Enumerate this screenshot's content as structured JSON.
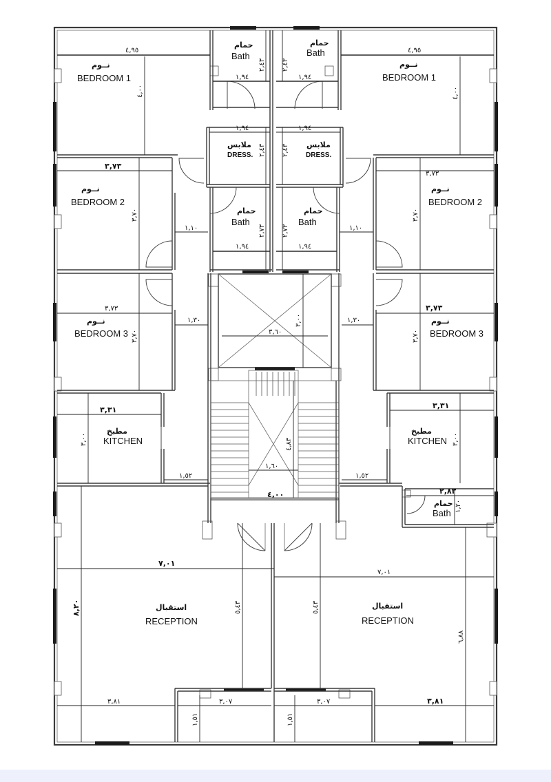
{
  "rooms": {
    "bedroom1_l": {
      "en": "BEDROOM 1",
      "ar": "نــوم"
    },
    "bedroom1_r": {
      "en": "BEDROOM 1",
      "ar": "نــوم"
    },
    "bedroom2_l": {
      "en": "BEDROOM 2",
      "ar": "نــوم"
    },
    "bedroom2_r": {
      "en": "BEDROOM 2",
      "ar": "نــوم"
    },
    "bedroom3_l": {
      "en": "BEDROOM 3",
      "ar": "نــوم"
    },
    "bedroom3_r": {
      "en": "BEDROOM 3",
      "ar": "نــوم"
    },
    "bath1_l": {
      "en": "Bath",
      "ar": "حمام"
    },
    "bath1_r": {
      "en": "Bath",
      "ar": "حمام"
    },
    "bath2_l": {
      "en": "Bath",
      "ar": "حمام"
    },
    "bath2_r": {
      "en": "Bath",
      "ar": "حمام"
    },
    "bath3_r": {
      "en": "Bath",
      "ar": "حمام"
    },
    "dress_l": {
      "en": "DRESS.",
      "ar": "ملابس"
    },
    "dress_r": {
      "en": "DRESS.",
      "ar": "ملابس"
    },
    "kitchen_l": {
      "en": "KITCHEN",
      "ar": "مطبخ"
    },
    "kitchen_r": {
      "en": "KITCHEN",
      "ar": "مطبخ"
    },
    "reception_l": {
      "en": "RECEPTION",
      "ar": "استقبال"
    },
    "reception_r": {
      "en": "RECEPTION",
      "ar": "استقبال"
    }
  },
  "dims": {
    "b1l_w": "٤,٩٥",
    "b1l_h": "٤,٠٠",
    "b1r_w": "٤,٩٥",
    "b1r_h": "٤,٠٠",
    "bath1l_w": "١,٩٤",
    "bath1l_h": "٢,٤٣",
    "bath1r_w": "١,٩٤",
    "bath1r_h": "٢,٤٣",
    "dressl_w": "١,٩٤",
    "dressl_h": "٢,٤٣",
    "dressr_w": "١,٩٤",
    "dressr_h": "٢,٤٣",
    "b2l_w": "٣,٧٣",
    "b2l_h": "٣,٧٠",
    "b2r_w": "٣,٧٣",
    "b2r_h": "٣,٧٠",
    "corr_l": "١,١٠",
    "corr_r": "١,١٠",
    "bath2l_w": "١,٩٤",
    "bath2l_h": "٢,٧٣",
    "bath2r_w": "١,٩٤",
    "bath2r_h": "٢,٧٣",
    "b3l_w": "٣,٧٣",
    "b3l_h": "٣,٧٠",
    "b3r_w": "٣,٧٣",
    "b3r_h": "٣,٧٠",
    "corr2_l": "١,٣٠",
    "corr2_r": "١,٣٠",
    "lift_w": "٣,٦٠",
    "lift_h": "٣,٠٠",
    "kit_l_w": "٣,٣١",
    "kit_l_h": "٣,٠٠",
    "kit_r_w": "٣,٣١",
    "kit_r_h": "٣,٠٠",
    "corr3_l": "١,٥٢",
    "corr3_r": "١,٥٢",
    "stair_h": "٤,٨٣",
    "stair_w": "١,٦٠",
    "stair_total": "٤,٠٠",
    "bath3r_w": "٢,٨٣",
    "bath3r_h": "١,٢٠",
    "rec_l_w": "٧,٠١",
    "rec_r_w": "٧,٠١",
    "rec_l_h": "٨,٢٠",
    "rec_r_h": "٦,٨٨",
    "rec_mid_l": "٥,٤٣",
    "rec_mid_r": "٥,٤٣",
    "bal_l_w": "٣,٨١",
    "bal_r_w": "٣,٨١",
    "bal_l_c": "٣,٠٧",
    "bal_r_c": "٣,٠٧",
    "bal_l_h": "١,٥١",
    "bal_r_h": "١,٥١"
  }
}
